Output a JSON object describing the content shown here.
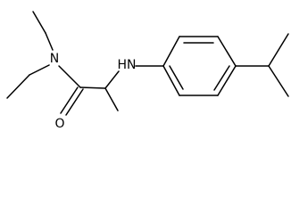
{
  "molecule": {
    "atoms": {
      "n_amide": "N",
      "o_carbonyl": "O",
      "nh_amine": "HN"
    }
  }
}
